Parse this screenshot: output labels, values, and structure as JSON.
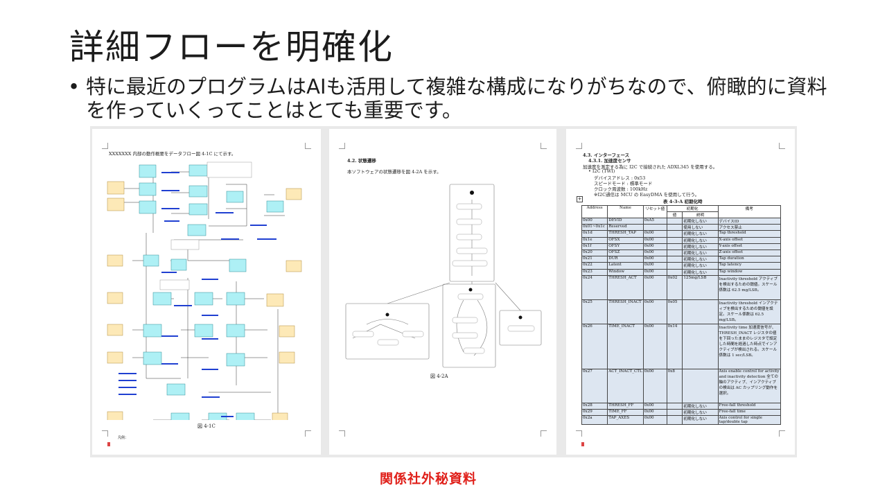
{
  "slide": {
    "title": "詳細フローを明確化",
    "bullet_mark": "•",
    "bullet": "特に最近のプログラムはAIも活用して複雑な構成になりがちなので、俯瞰的に資料を作っていくってことはとても重要です。"
  },
  "footer": {
    "confidential": "関係社外秘資料"
  },
  "page1": {
    "intro": "XXXXXXX 内部の動作概要をデータフロー図 4-1C にて示す。",
    "caption": "図 4-1C",
    "legend_title": "凡例：",
    "colors": {
      "yellow": "#fde9b7",
      "cyan": "#aef0f5",
      "blue_text": "#1f3fd1"
    }
  },
  "page2": {
    "heading": "4.2.  状態遷移",
    "intro": "本ソフトウェアの状態遷移を図 4-2A を示す。",
    "caption": "図 4-2A"
  },
  "page3": {
    "heading": "4.3.  インターフェース",
    "subheading": "4.3.1.  加速度センサ",
    "lines": [
      "加速度を測定する為に I2C で接続された ADXL345 を使用する。",
      "• I2C (TWI)",
      "デバイスアドレス : 0x53",
      "スピードモード : 標準モード",
      "クロック周波数 : 100kHz",
      "※I2C通信は MCU の EasyDMA を使用して行う。"
    ],
    "table_caption": "表 4-3-A  初期化時",
    "table": {
      "headers": [
        "Address",
        "Name",
        "リセット値",
        "初期化",
        "備考"
      ],
      "subheaders": [
        "値",
        "説明"
      ],
      "rows": [
        [
          "0x00",
          "DEVID",
          "0xA5",
          "",
          "初期化しない",
          "デバイスID"
        ],
        [
          "0x01~0x1c",
          "Reserved",
          "",
          "",
          "使用しない",
          "アクセス禁止"
        ],
        [
          "0x1d",
          "THRESH_TAP",
          "0x00",
          "",
          "初期化しない",
          "Tap threshold"
        ],
        [
          "0x1e",
          "OFSX",
          "0x00",
          "",
          "初期化しない",
          "X-axis offset"
        ],
        [
          "0x1f",
          "OFSY",
          "0x00",
          "",
          "初期化しない",
          "Y-axis offset"
        ],
        [
          "0x20",
          "OFSZ",
          "0x00",
          "",
          "初期化しない",
          "Z-axis offset"
        ],
        [
          "0x21",
          "DUR",
          "0x00",
          "",
          "初期化しない",
          "Tap duration"
        ],
        [
          "0x22",
          "Latent",
          "0x00",
          "",
          "初期化しない",
          "Tap latency"
        ],
        [
          "0x23",
          "Window",
          "0x00",
          "",
          "初期化しない",
          "Tap window"
        ],
        [
          "0x24",
          "THRESH_ACT",
          "0x00",
          "0x02",
          "125mg/LSB",
          "Inactivity threshold アクティブを検出するための閾値。スケール係数は 62.5 mg/LSB。"
        ],
        [
          "0x25",
          "THRESH_INACT",
          "0x00",
          "0x05",
          "",
          "Inactivity threshold インアクティブを検出するための閾値を設定。スケール係数は 62.5 mg/LSB。"
        ],
        [
          "0x26",
          "TIME_INACT",
          "0x00",
          "0x14",
          "",
          "Inactivity time 加速度信号が、THRESH_INACT レジスタの値を下回ったままのレジスタで設定した時間を経過した時点でインアクティブが検出される。スケール係数は 1 sec/LSB。"
        ],
        [
          "0x27",
          "ACT_INACT_CTL",
          "0x00",
          "0x8",
          "",
          "Axis enable control for activity and inactivity detection 全ての軸のアクティブ、インアクティブの検出は AC カップリング動作を選択。"
        ],
        [
          "0x28",
          "THRESH_FF",
          "0x00",
          "",
          "初期化しない",
          "Free-fall threshold"
        ],
        [
          "0x29",
          "TIME_FF",
          "0x00",
          "",
          "初期化しない",
          "Free-fall time"
        ],
        [
          "0x2a",
          "TAP_AXES",
          "0x00",
          "",
          "初期化しない",
          "Axis control for single tap/double tap"
        ]
      ]
    }
  }
}
